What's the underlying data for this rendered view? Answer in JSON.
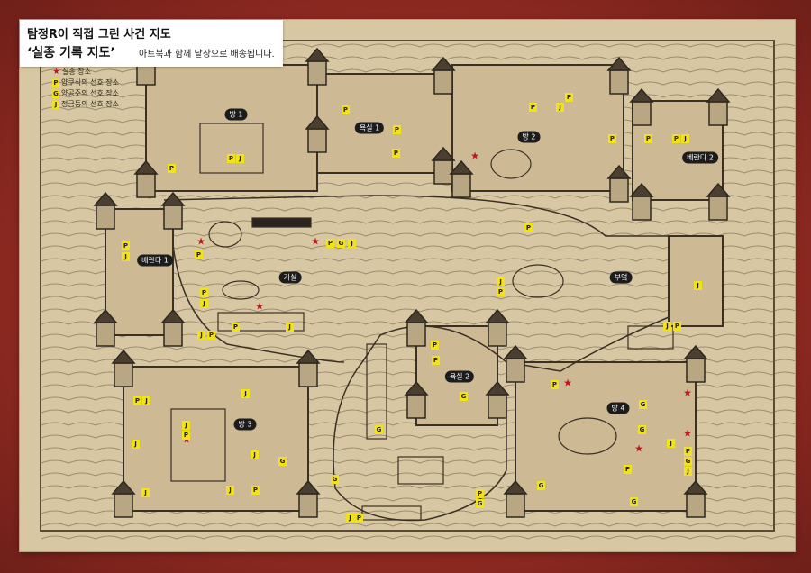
{
  "header": {
    "line1": "탐정R이 직접 그린 사건 지도",
    "line2": "‘실종 기록 지도’",
    "line2_note": "아트북과 함께 낱장으로 배송됩니다."
  },
  "legend": {
    "missing_place": "실종 장소",
    "p_label": "양쿠식의 선호 장소",
    "g_label": "양공주의 선호 장소",
    "j_label": "정금둥의 선호 장소",
    "p_code": "P",
    "g_code": "G",
    "j_code": "J"
  },
  "rooms": {
    "room1": "방 1",
    "bath1": "욕실 1",
    "room2": "방 2",
    "veranda2": "베란다 2",
    "veranda1": "베란다 1",
    "living": "거실",
    "kitchen": "부엌",
    "bath2": "욕실 2",
    "room3": "방 3",
    "room4": "방 4"
  },
  "colors": {
    "star": "#c0141b",
    "badge": "#f2e21b",
    "frame": "#8e2a22",
    "paper": "#d7c7a3"
  }
}
